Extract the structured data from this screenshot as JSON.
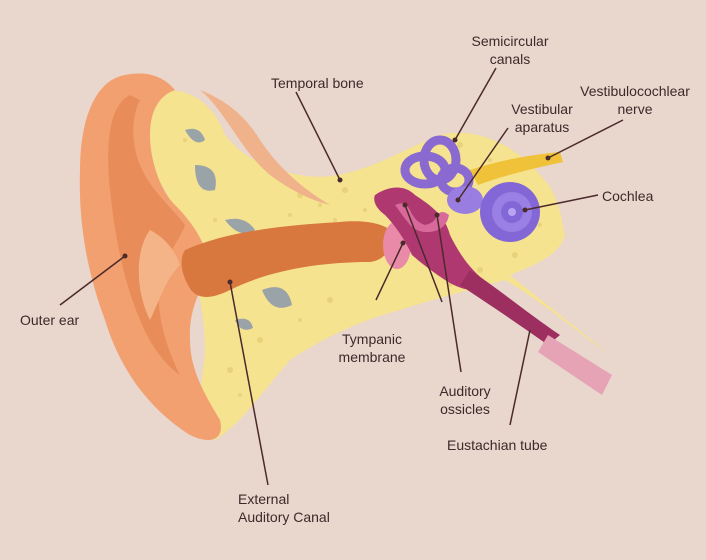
{
  "labels": {
    "temporal_bone": "Temporal bone",
    "semicircular_canals": "Semicircular\ncanals",
    "vestibulocochlear_nerve": "Vestibulocochlear\nnerve",
    "vestibular_aparatus": "Vestibular\naparatus",
    "cochlea": "Cochlea",
    "outer_ear": "Outer ear",
    "tympanic_membrane": "Tympanic\nmembrane",
    "auditory_ossicles": "Auditory\nossicles",
    "eustachian_tube": "Eustachian tube",
    "external_auditory_canal": "External\nAuditory Canal"
  },
  "colors": {
    "background": "#e9d6cd",
    "ear_skin": "#f2a070",
    "ear_shadow": "#e07d48",
    "bone": "#f5e38f",
    "bone_dots": "#e8d27a",
    "bone_cavities": "#9aa3a8",
    "canal": "#d8783f",
    "eardrum": "#e88aa8",
    "middle_ear": "#b03870",
    "eustachian": "#9c2e60",
    "semicircular": "#8a6ad0",
    "cochlea": "#8467d6",
    "nerve": "#f0c23a",
    "leader_line": "#4a2a2a"
  }
}
